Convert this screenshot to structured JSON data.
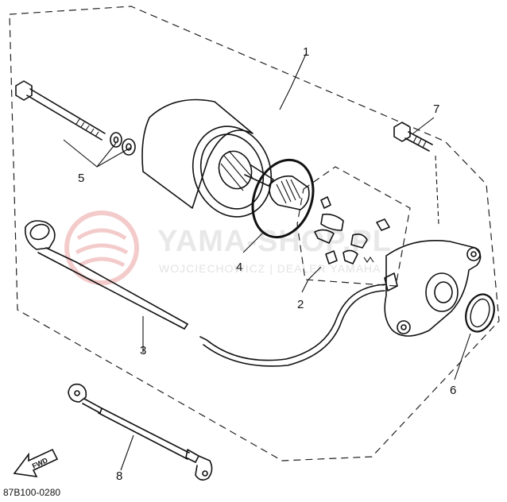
{
  "diagram": {
    "callouts": {
      "c1": "1",
      "c2": "2",
      "c3": "3",
      "c4": "4",
      "c5": "5",
      "c6": "6",
      "c7": "7",
      "c8": "8"
    },
    "fwd_label": "FWD",
    "drawing_code": "87B100-0280"
  },
  "watermark": {
    "title": "YAMA-SHOP.PL",
    "subtitle": "WOJCIECHOWICZ | DEALER YAMAHA"
  }
}
